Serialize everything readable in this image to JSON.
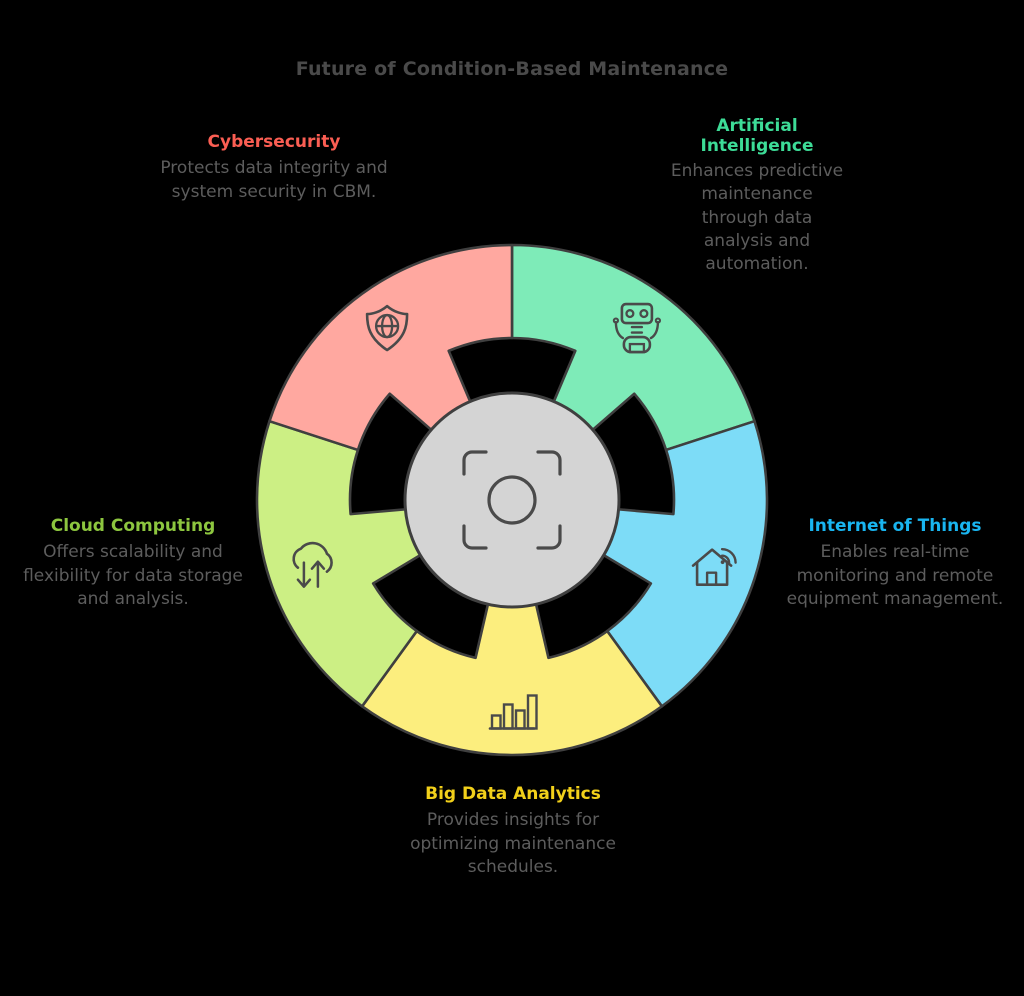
{
  "title": "Future of Condition-Based Maintenance",
  "theme": {
    "background": "#000000",
    "title_color": "#4a4a4a",
    "description_color": "#5d5d5d",
    "stroke_color": "#3f3f3f",
    "hub_fill": "#d4d4d4"
  },
  "hub": {
    "icon": "focus-frame-icon"
  },
  "segments": [
    {
      "id": "artificial-intelligence",
      "label": "Artificial Intelligence",
      "description": "Enhances predictive maintenance through data analysis and automation.",
      "label_color": "#3ddc97",
      "fill": "#7eebb8",
      "icon": "robot-icon",
      "position": "top-right",
      "start_angle": 0,
      "end_angle": 72
    },
    {
      "id": "internet-of-things",
      "label": "Internet of Things",
      "description": "Enables real-time monitoring and remote equipment management.",
      "label_color": "#19b5f0",
      "fill": "#7ddcf7",
      "icon": "smart-home-wifi-icon",
      "position": "right",
      "start_angle": 72,
      "end_angle": 144
    },
    {
      "id": "big-data-analytics",
      "label": "Big Data Analytics",
      "description": "Provides insights for optimizing maintenance schedules.",
      "label_color": "#f2d01a",
      "fill": "#fcee7e",
      "icon": "bar-chart-icon",
      "position": "bottom",
      "start_angle": 144,
      "end_angle": 216
    },
    {
      "id": "cloud-computing",
      "label": "Cloud Computing",
      "description": "Offers scalability and flexibility for data storage and analysis.",
      "label_color": "#8dc63f",
      "fill": "#ccef84",
      "icon": "cloud-sync-icon",
      "position": "left",
      "start_angle": 216,
      "end_angle": 288
    },
    {
      "id": "cybersecurity",
      "label": "Cybersecurity",
      "description": "Protects data integrity and system security in CBM.",
      "label_color": "#fb5e53",
      "fill": "#ffa8a0",
      "icon": "shield-globe-icon",
      "position": "top-left",
      "start_angle": 288,
      "end_angle": 360
    }
  ]
}
